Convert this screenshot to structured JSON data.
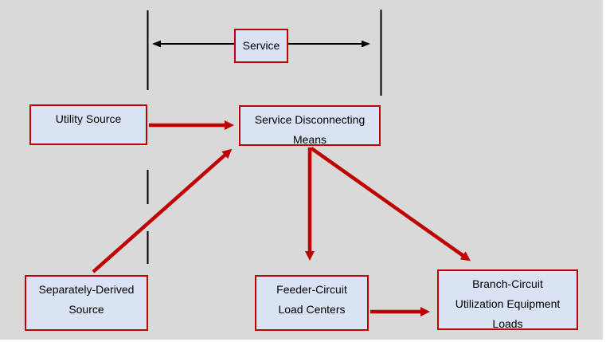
{
  "diagram": {
    "service_span": {
      "label": "Service"
    },
    "nodes": {
      "utility_source": {
        "label": "Utility Source"
      },
      "service_disconnecting_means": {
        "label": "Service Disconnecting\nMeans"
      },
      "separately_derived_source": {
        "label": "Separately-Derived\nSource"
      },
      "feeder_circuit_load_centers": {
        "label": "Feeder-Circuit\nLoad Centers"
      },
      "branch_circuit_loads": {
        "label": "Branch-Circuit\nUtilization Equipment\nLoads"
      }
    },
    "edges": [
      {
        "from": "utility_source",
        "to": "service_disconnecting_means",
        "style": "red-arrow"
      },
      {
        "from": "separately_derived_source",
        "to": "service_disconnecting_means",
        "style": "red-arrow"
      },
      {
        "from": "service_disconnecting_means",
        "to": "feeder_circuit_load_centers",
        "style": "red-arrow"
      },
      {
        "from": "service_disconnecting_means",
        "to": "branch_circuit_loads",
        "style": "red-arrow"
      },
      {
        "from": "feeder_circuit_load_centers",
        "to": "branch_circuit_loads",
        "style": "red-arrow"
      }
    ],
    "colors": {
      "background": "#d9d9d9",
      "node_fill": "#dae3f3",
      "node_border": "#c00000",
      "arrow_red": "#c00000",
      "line_black": "#000000",
      "text": "#000000"
    }
  }
}
